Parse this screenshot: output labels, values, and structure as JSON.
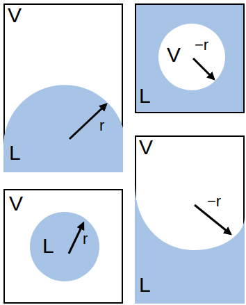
{
  "diagram": {
    "nodes": [
      {
        "text": [
          "V",
          "r",
          "L"
        ]
      },
      {
        "text": [
          "L"
        ]
      },
      {
        "text": [
          "V",
          "−r"
        ],
        "in": 1
      },
      {
        "text": [
          "V",
          "−r",
          "L"
        ]
      },
      {
        "text": [
          "V"
        ]
      },
      {
        "text": [
          "L",
          "r"
        ],
        "in": 4
      }
    ]
  }
}
